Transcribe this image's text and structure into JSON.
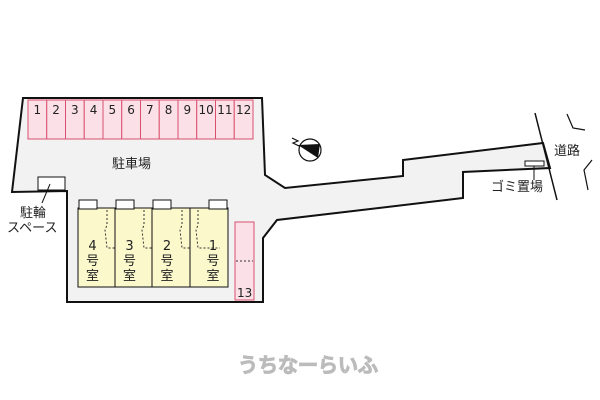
{
  "parking": {
    "label": "駐車場",
    "spaces": [
      "1",
      "2",
      "3",
      "4",
      "5",
      "6",
      "7",
      "8",
      "9",
      "10",
      "11",
      "12"
    ],
    "extra_space": "13"
  },
  "bike_parking": {
    "line1": "駐輪",
    "line2": "スペース"
  },
  "units": [
    {
      "num": "4",
      "suffix1": "号",
      "suffix2": "室"
    },
    {
      "num": "3",
      "suffix1": "号",
      "suffix2": "室"
    },
    {
      "num": "2",
      "suffix1": "号",
      "suffix2": "室"
    },
    {
      "num": "1",
      "suffix1": "号",
      "suffix2": "室"
    }
  ],
  "road_label": "道路",
  "garbage_label": "ゴミ置場",
  "watermark": "うちなーらいふ",
  "colors": {
    "parking": "#fbe0e8",
    "parking_border": "#d9506e",
    "unit": "#fbf8cc",
    "lot": "#f2f2f2"
  }
}
